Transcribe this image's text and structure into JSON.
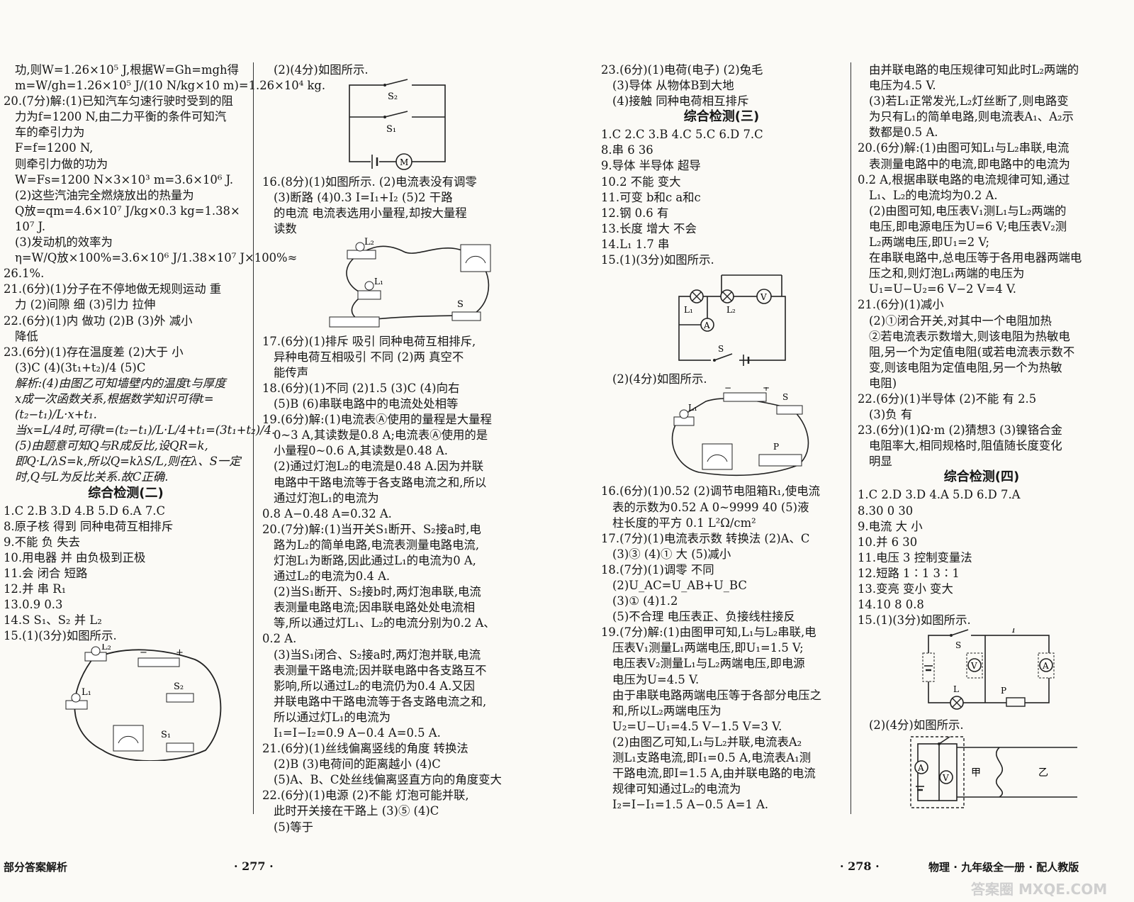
{
  "col1": [
    "功,则W=1.26×10⁵ J,根据W=Gh=mgh得",
    "m=W/gh=1.26×10⁵ J/(10 N/kg×10 m)=1.26×10⁴ kg.",
    "20.(7分)解:(1)已知汽车匀速行驶时受到的阻",
    "力为f=1200 N,由二力平衡的条件可知汽",
    "车的牵引力为",
    "F=f=1200 N,",
    "则牵引力做的功为",
    "W=Fs=1200 N×3×10³ m=3.6×10⁶ J.",
    "(2)这些汽油完全燃烧放出的热量为",
    "Q放=qm=4.6×10⁷ J/kg×0.3 kg=1.38×",
    "10⁷ J.",
    "(3)发动机的效率为",
    "η=W/Q放×100%=3.6×10⁶ J/1.38×10⁷ J×100%≈",
    "26.1%.",
    "21.(6分)(1)分子在不停地做无规则运动  重",
    "力  (2)间隙  细  (3)引力  拉伸",
    "22.(6分)(1)内  做功  (2)B  (3)外  减小",
    "降低",
    "23.(6分)(1)存在温度差  (2)大于  小",
    "(3)C  (4)(3t₁+t₂)/4  (5)C",
    "解析:(4)由图乙可知墙壁内的温度t与厚度",
    "x成一次函数关系,根据数学知识可得t=",
    "(t₂−t₁)/L·x+t₁.",
    "当x=L/4时,可得t=(t₂−t₁)/L·L/4+t₁=(3t₁+t₂)/4.",
    "(5)由题意可知Q与R成反比,设QR=k,",
    "即Q·L/λS=k,所以Q=kλS/L,则在λ、S一定",
    "时,Q与L为反比关系.故C正确."
  ],
  "col1b": [
    "1.C  2.B  3.D  4.B  5.D  6.A  7.C",
    "8.原子核  得到  同种电荷互相排斥",
    "9.不能  负  失去",
    "10.用电器  并  由负极到正极",
    "11.会  闭合  短路",
    "12.并  串  R₁",
    "13.0.9  0.3",
    "14.S  S₁、S₂  并  L₂",
    "15.(1)(3分)如图所示."
  ],
  "sec2": "综合检测(二)",
  "col2": [
    "(2)(4分)如图所示."
  ],
  "col2b": [
    "16.(8分)(1)如图所示.  (2)电流表没有调零",
    "(3)断路  (4)0.3  I=I₁+I₂  (5)2  干路",
    "的电流  电流表选用小量程,却按大量程",
    "读数"
  ],
  "col2c": [
    "17.(6分)(1)排斥  吸引  同种电荷互相排斥,",
    "异种电荷互相吸引  不同  (2)两  真空不",
    "能传声",
    "18.(6分)(1)不同  (2)1.5  (3)C  (4)向右",
    "(5)B  (6)串联电路中的电流处处相等",
    "19.(6分)解:(1)电流表Ⓐ使用的量程是大量程",
    "0~3 A,其读数是0.8 A;电流表Ⓐ使用的是",
    "小量程0~0.6 A,其读数是0.48 A.",
    "(2)通过灯泡L₂的电流是0.48 A.因为并联",
    "电路中干路电流等于各支路电流之和,所以",
    "通过灯泡L₁的电流为",
    "0.8 A−0.48 A=0.32 A.",
    "20.(7分)解:(1)当开关S₁断开、S₂接a时,电",
    "路为L₂的简单电路,电流表测量电路电流,",
    "灯泡L₁为断路,因此通过L₁的电流为0 A,",
    "通过L₂的电流为0.4 A.",
    "(2)当S₁断开、S₂接b时,两灯泡串联,电流",
    "表测量电路电流;因串联电路处处电流相",
    "等,所以通过灯L₁、L₂的电流分别为0.2 A、",
    "0.2 A.",
    "(3)当S₁闭合、S₂接a时,两灯泡并联,电流",
    "表测量干路电流;因并联电路中各支路互不",
    "影响,所以通过L₂的电流仍为0.4 A.又因",
    "并联电路中干路电流等于各支路电流之和,",
    "所以通过灯L₁的电流为",
    "I₁=I−I₂=0.9 A−0.4 A=0.5 A.",
    "21.(6分)(1)丝线偏离竖线的角度  转换法",
    "(2)B  (3)电荷间的距离越小  (4)C",
    "(5)A、B、C处丝线偏离竖直方向的角度变大",
    "22.(6分)(1)电源  (2)不能  灯泡可能并联,",
    "此时开关接在干路上  (3)⑤  (4)C",
    "(5)等于"
  ],
  "col3": [
    "23.(6分)(1)电荷(电子)  (2)兔毛",
    "(3)导体  从物体B到大地",
    "(4)接触  同种电荷相互排斥"
  ],
  "sec3": "综合检测(三)",
  "col3b": [
    "1.C  2.C  3.B  4.C  5.C  6.D  7.C",
    "8.串  6  36",
    "9.导体  半导体  超导",
    "10.2  不能  变大",
    "11.可变  b和c  a和c",
    "12.钢  0.6  有",
    "13.长度  增大  不会",
    "14.L₁  1.7  串",
    "15.(1)(3分)如图所示."
  ],
  "col3c": [
    "(2)(4分)如图所示."
  ],
  "col3d": [
    "16.(6分)(1)0.52  (2)调节电阻箱R₁,使电流",
    "表的示数为0.52 A  0~9999  40  (5)液",
    "柱长度的平方  0.1 L²Ω/cm²",
    "17.(7分)(1)电流表示数  转换法  (2)A、C",
    "(3)③  (4)①  大  (5)减小",
    "18.(7分)(1)调零  不同",
    "(2)U_AC=U_AB+U_BC",
    "(3)①  (4)1.2",
    "(5)不合理  电压表正、负接线柱接反",
    "19.(7分)解:(1)由图甲可知,L₁与L₂串联,电",
    "压表V₁测量L₁两端电压,即U₁=1.5 V;",
    "电压表V₂测量L₁与L₂两端电压,即电源",
    "电压为U=4.5 V.",
    "由于串联电路两端电压等于各部分电压之",
    "和,所以L₂两端电压为",
    "U₂=U−U₁=4.5 V−1.5 V=3 V.",
    "(2)由图乙可知,L₁与L₂并联,电流表A₂",
    "测L₁支路电流,即I₁=0.5 A,电流表A₁测",
    "干路电流,即I=1.5 A,由并联电路的电流",
    "规律可知通过L₂的电流为",
    "I₂=I−I₁=1.5 A−0.5 A=1 A."
  ],
  "col4": [
    "由并联电路的电压规律可知此时L₂两端的",
    "电压为4.5 V.",
    "(3)若L₁正常发光,L₂灯丝断了,则电路变",
    "为只有L₁的简单电路,则电流表A₁、A₂示",
    "数都是0.5 A.",
    "20.(6分)解:(1)由图可知L₁与L₂串联,电流",
    "表测量电路中的电流,即电路中的电流为",
    "0.2 A,根据串联电路的电流规律可知,通过",
    "L₁、L₂的电流均为0.2 A.",
    "(2)由图可知,电压表V₁测L₁与L₂两端的",
    "电压,即电源电压为U=6 V;电压表V₂测",
    "L₂两端电压,即U₁=2 V;",
    "在串联电路中,总电压等于各用电器两端电",
    "压之和,则灯泡L₁两端的电压为",
    "U₁=U−U₂=6 V−2 V=4 V.",
    "21.(6分)(1)减小",
    "(2)①闭合开关,对其中一个电阻加热",
    "②若电流表示数增大,则该电阻为热敏电",
    "阻,另一个为定值电阻(或若电流表示数不",
    "变,则该电阻为定值电阻,另一个为热敏",
    "电阻)",
    "22.(6分)(1)半导体  (2)不能  有  2.5",
    "(3)负  有",
    "23.(6分)(1)Ω·m  (2)猜想3  (3)镍铬合金",
    "电阻率大,相同规格时,阻值随长度变化",
    "明显"
  ],
  "sec4": "综合检测(四)",
  "col4b": [
    "1.C  2.D  3.D  4.A  5.D  6.D  7.A",
    "8.30  0  30",
    "9.电流  大  小",
    "10.并  6  30",
    "11.电压  3  控制变量法",
    "12.短路  1∶1  3∶1",
    "13.变亮  变小  变大",
    "14.10  8  0.8",
    "15.(1)(3分)如图所示."
  ],
  "col4c": [
    "(2)(4分)如图所示."
  ],
  "fig_labels": {
    "s1": "S₁",
    "s2": "S₂",
    "m": "M",
    "l1": "L₁",
    "l2": "L₂",
    "s": "S",
    "a": "A",
    "v": "V",
    "p": "P",
    "i": "I",
    "jia": "甲",
    "yi": "乙",
    "plus": "+",
    "minus": "−"
  },
  "footer_left": "部分答案解析",
  "page_left": "· 277 ·",
  "page_right": "· 278 ·",
  "footer_right": "物理 · 九年级全一册 · 配人教版",
  "watermark": "答案圈 MXQE.COM",
  "colors": {
    "ink": "#151515",
    "paper": "#fbfaf6"
  }
}
